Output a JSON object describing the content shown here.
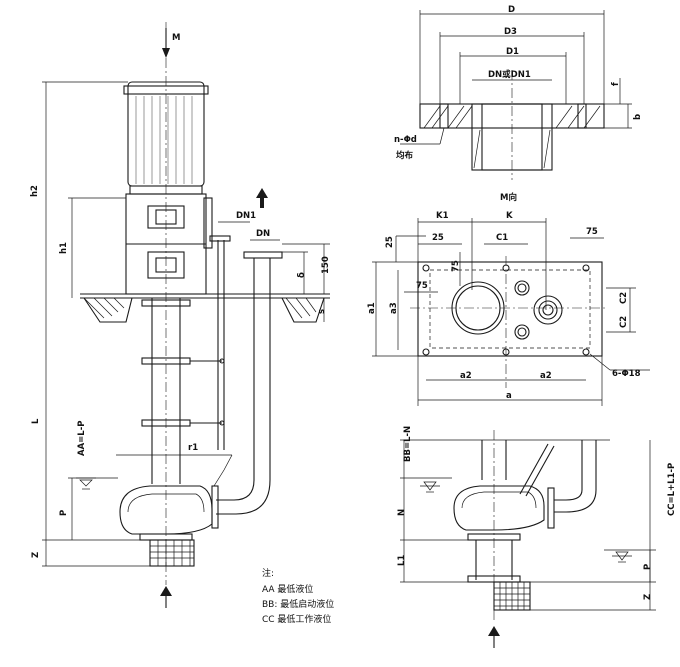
{
  "labels": {
    "M": "M",
    "h2": "h2",
    "h1": "h1",
    "L": "L",
    "Z": "Z",
    "P": "P",
    "AA": "AA=L-P",
    "DN1": "DN1",
    "DN": "DN",
    "dim150": "150",
    "delta": "δ",
    "s": "s",
    "r1": "r1",
    "D": "D",
    "D3": "D3",
    "D1": "D1",
    "DNorDN1": "DN或DN1",
    "f": "f",
    "b": "b",
    "nphid": "n-Φd",
    "junbu": "均布",
    "Mxiang": "M向",
    "K1": "K1",
    "K": "K",
    "C1": "C1",
    "d25a": "25",
    "d25b": "25",
    "d75a": "75",
    "d75b": "75",
    "d75c": "75",
    "a1": "a1",
    "a3": "a3",
    "C2a": "C2",
    "C2b": "C2",
    "a2a": "a2",
    "a2b": "a2",
    "a": "a",
    "holes": "6-Φ18",
    "BB": "BB=L-N",
    "N": "N",
    "L1": "L1",
    "CC": "CC=L+L1-P",
    "P2": "P",
    "Z2": "Z"
  },
  "notes": {
    "title": "注:",
    "line1": "AA 最低液位",
    "line2": "BB: 最低启动液位",
    "line3": "CC 最低工作液位"
  }
}
